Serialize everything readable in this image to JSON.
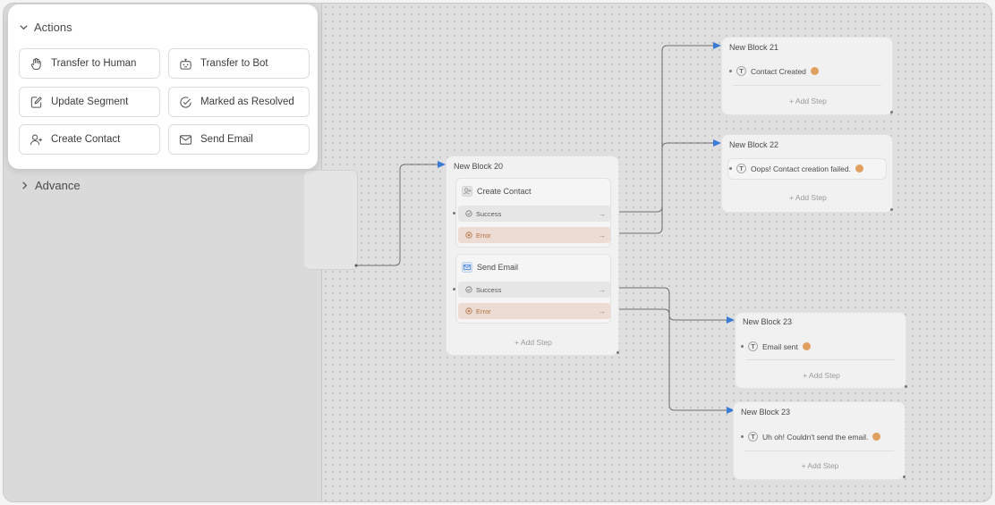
{
  "sidebar": {
    "actions_header": "Actions",
    "advance_header": "Advance",
    "actions": [
      {
        "label": "Transfer to Human",
        "icon": "hand-icon"
      },
      {
        "label": "Transfer to Bot",
        "icon": "bot-icon"
      },
      {
        "label": "Update Segment",
        "icon": "edit-icon"
      },
      {
        "label": "Marked as Resolved",
        "icon": "check-circle-icon"
      },
      {
        "label": "Create Contact",
        "icon": "user-plus-icon"
      },
      {
        "label": "Send Email",
        "icon": "mail-icon"
      }
    ]
  },
  "flow": {
    "block20": {
      "title": "New Block 20",
      "create_contact": {
        "label": "Create Contact",
        "success": "Success",
        "error": "Error"
      },
      "send_email": {
        "label": "Send Email",
        "success": "Success",
        "error": "Error"
      },
      "add_step": "+ Add Step"
    },
    "block21": {
      "title": "New Block 21",
      "message": "Contact Created",
      "add_step": "+ Add Step"
    },
    "block22": {
      "title": "New Block 22",
      "message": "Oops! Contact creation failed.",
      "add_step": "+ Add Step"
    },
    "block23a": {
      "title": "New Block 23",
      "message": "Email sent",
      "add_step": "+ Add Step"
    },
    "block23b": {
      "title": "New Block 23",
      "message": "Uh oh! Couldn't send the email.",
      "add_step": "+ Add Step"
    }
  },
  "colors": {
    "accent": "#3a7bd5",
    "error_bg": "#ecdcd3",
    "error_text": "#b07040"
  }
}
